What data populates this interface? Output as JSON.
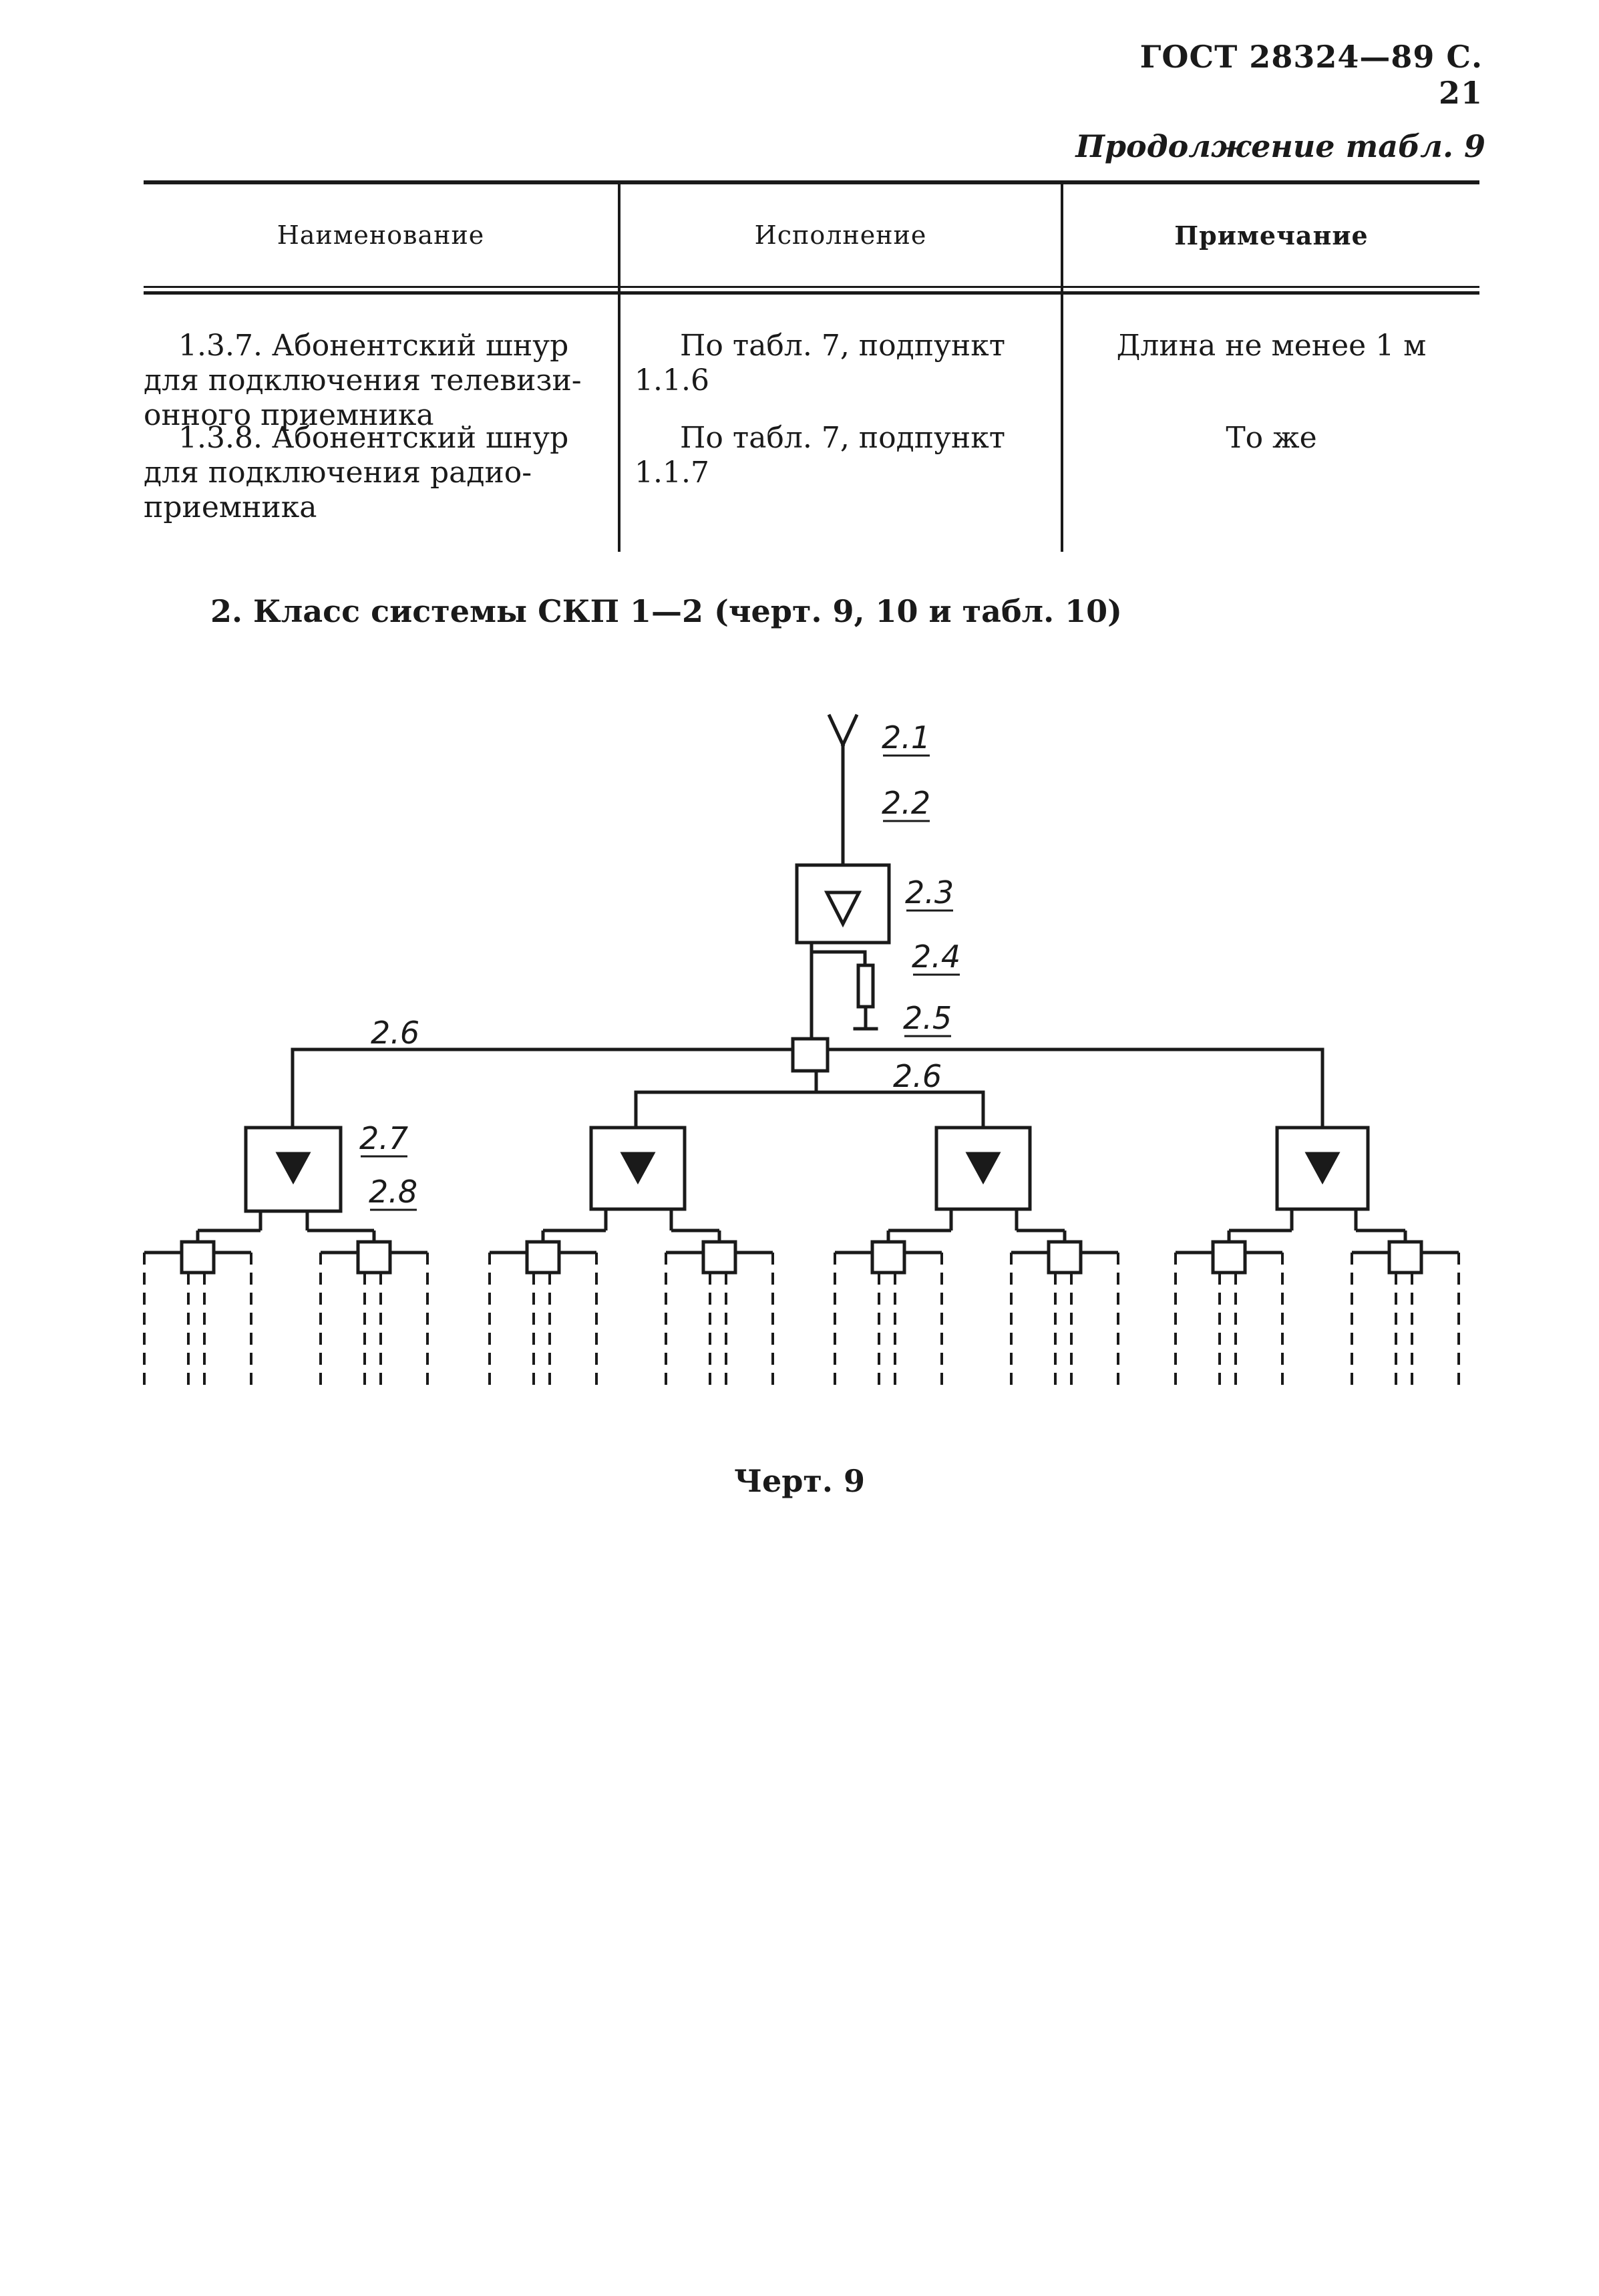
{
  "page": {
    "header": "ГОСТ 28324—89 С. 21",
    "continuation": "Продолжение табл. 9"
  },
  "table": {
    "headers": [
      "Наименование",
      "Исполнение",
      "Примечание"
    ],
    "rows": [
      {
        "name_lines": [
          "1.3.7. Абонентский шнур",
          "для подключения телевизи-",
          "онного приемника"
        ],
        "execution_lines": [
          "По табл. 7, подпункт",
          "1.1.6"
        ],
        "note": "Длина не менее 1 м"
      },
      {
        "name_lines": [
          "1.3.8. Абонентский шнур",
          "для подключения радио-",
          "приемника"
        ],
        "execution_lines": [
          "По табл. 7, подпункт",
          "1.1.7"
        ],
        "note": "То же"
      }
    ]
  },
  "section": {
    "title": "2. Класс системы СКП 1—2 (черт. 9, 10 и табл. 10)"
  },
  "diagram": {
    "labels": {
      "antenna": "2.1",
      "cable": "2.2",
      "head_amp": "2.3",
      "load": "2.4",
      "splitter": "2.5",
      "trunk_left": "2.6",
      "trunk_right": "2.6",
      "house_amp": "2.7",
      "drop_cable": "2.8"
    },
    "caption": "Черт. 9"
  }
}
